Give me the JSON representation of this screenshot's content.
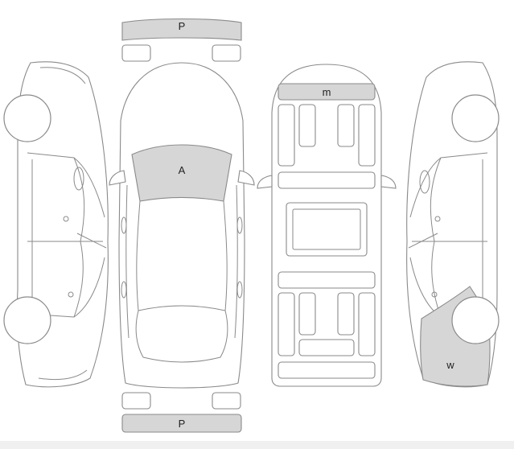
{
  "diagram": {
    "labels": {
      "front_bumper": "P",
      "rear_bumper": "P",
      "windshield": "A",
      "roof": "m",
      "rear_left_quarter": "w"
    },
    "colors": {
      "marked_fill": "#d6d6d6",
      "outline": "#8a8a8a",
      "background": "#ffffff"
    }
  }
}
